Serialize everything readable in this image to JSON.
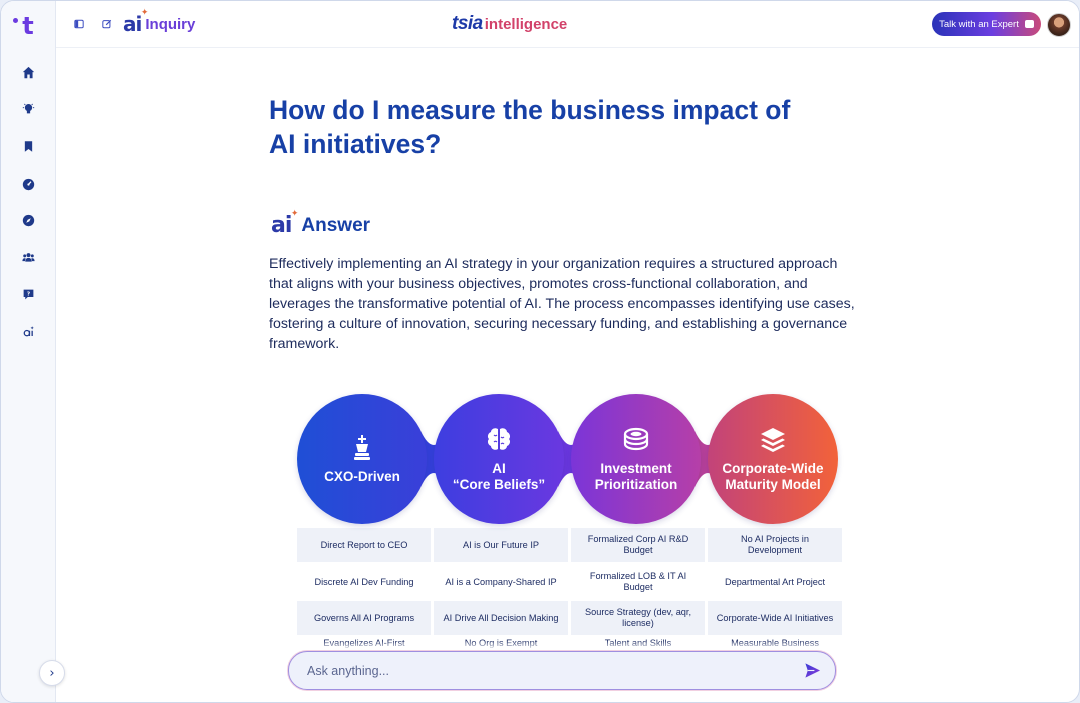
{
  "topbar": {
    "inquiry_label": "Inquiry",
    "brand_tsia": "tsia",
    "brand_intelligence": "intelligence",
    "expert_button": "Talk with an Expert"
  },
  "main": {
    "question": "How do I measure the business impact of AI initiatives?",
    "answer_title": "Answer",
    "answer_text": "Effectively implementing an AI strategy in your organization requires a structured approach that aligns with your business objectives, promotes cross-functional collaboration, and leverages the transformative potential of AI. The process encompasses identifying use cases, fostering a culture of innovation, securing necessary funding, and establishing a governance framework."
  },
  "diagram": {
    "columns": [
      {
        "title": "CXO-Driven",
        "icon": "chess-king-icon",
        "color_from": "#1f4fd6",
        "color_to": "#3a3fd9",
        "items": [
          "Direct Report to CEO",
          "Discrete AI Dev Funding",
          "Governs All AI Programs",
          "Evangelizes AI-First"
        ]
      },
      {
        "title": "AI\n“Core Beliefs”",
        "icon": "brain-icon",
        "color_from": "#3d3ee0",
        "color_to": "#6a38e0",
        "items": [
          "AI is Our Future IP",
          "AI is a Company-Shared IP",
          "AI Drive All Decision Making",
          "No Org is Exempt"
        ]
      },
      {
        "title": "Investment\nPrioritization",
        "icon": "coins-icon",
        "color_from": "#7b35d8",
        "color_to": "#b63fa8",
        "items": [
          "Formalized Corp AI R&D Budget",
          "Formalized LOB & IT AI Budget",
          "Source Strategy (dev, aqr, license)",
          "Talent and Skills"
        ]
      },
      {
        "title": "Corporate-Wide\nMaturity Model",
        "icon": "layers-icon",
        "color_from": "#c2437a",
        "color_to": "#f2623a",
        "items": [
          "No AI Projects in Development",
          "Departmental Art Project",
          "Corporate-Wide AI Initiatives",
          "Measurable Business"
        ]
      }
    ]
  },
  "ask": {
    "placeholder": "Ask anything..."
  }
}
